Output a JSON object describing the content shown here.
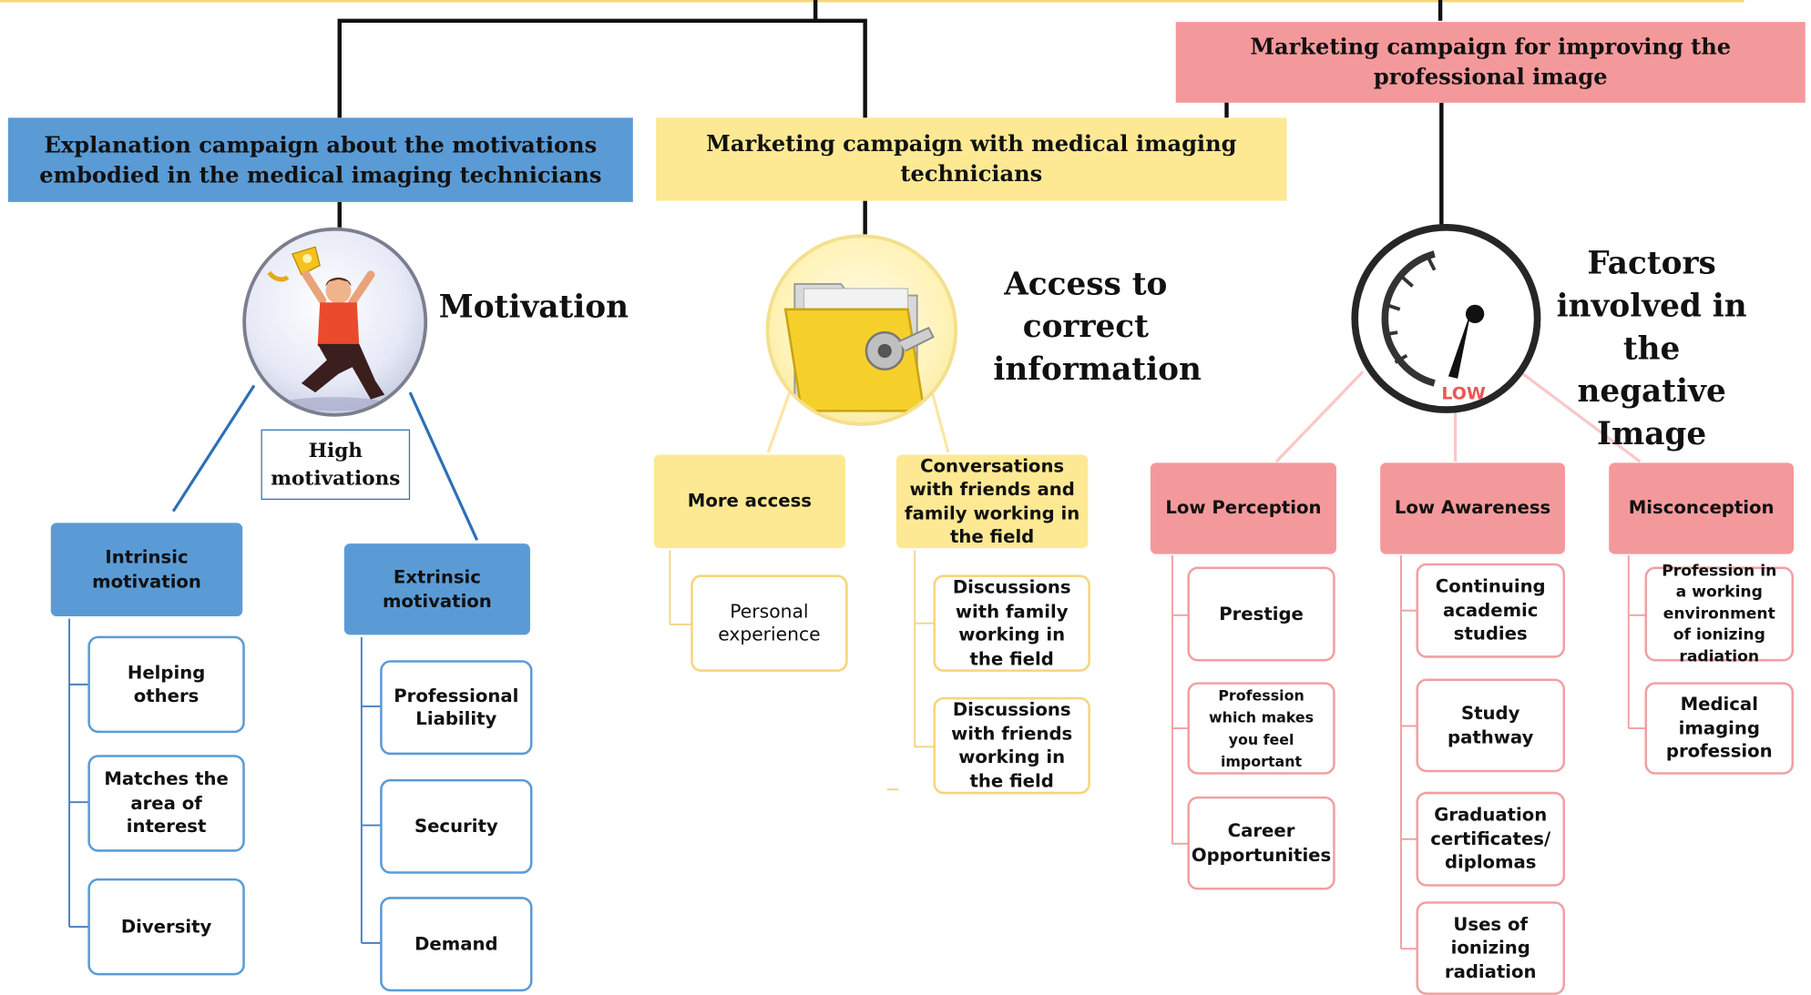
{
  "headers": {
    "left": "Explanation campaign about the motivations embodied in the medical imaging technicians",
    "middle": "Marketing campaign with medical imaging technicians",
    "right": "Marketing campaign for improving the professional image"
  },
  "titles": {
    "motivation": "Motivation",
    "access": "Access to correct information",
    "factors": "Factors involved in the negative Image"
  },
  "motivation": {
    "high_label": "High motivations",
    "intrinsic": {
      "label": "Intrinsic motivation",
      "items": [
        "Helping others",
        "Matches the area of interest",
        "Diversity"
      ]
    },
    "extrinsic": {
      "label": "Extrinsic motivation",
      "items": [
        "Professional Liability",
        "Security",
        "Demand"
      ]
    }
  },
  "access": {
    "more_access": {
      "label": "More access",
      "items": [
        "Personal experience"
      ]
    },
    "conversations": {
      "label": "Conversations with friends and family working in the field",
      "items": [
        "Discussions with family working in the field",
        "Discussions with friends working in the field"
      ]
    }
  },
  "factors": {
    "gauge_text": "LOW",
    "low_perception": {
      "label": "Low Perception",
      "items": [
        "Prestige",
        "Profession which makes you feel important",
        "Career Opportunities"
      ]
    },
    "low_awareness": {
      "label": "Low Awareness",
      "items": [
        "Continuing academic studies",
        "Study pathway",
        "Graduation certificates/ diplomas",
        "Uses of ionizing radiation"
      ]
    },
    "misconception": {
      "label": "Misconception",
      "items": [
        "Profession in a working environment of ionizing radiation",
        "Medical imaging profession"
      ]
    }
  },
  "colors": {
    "blue": "#5b9bd5",
    "yellow": "#fde993",
    "red": "#f4999b",
    "top_rule": "#f5d778"
  },
  "icons": [
    "trophy-person-icon",
    "locked-folder-icon",
    "low-gauge-icon"
  ]
}
